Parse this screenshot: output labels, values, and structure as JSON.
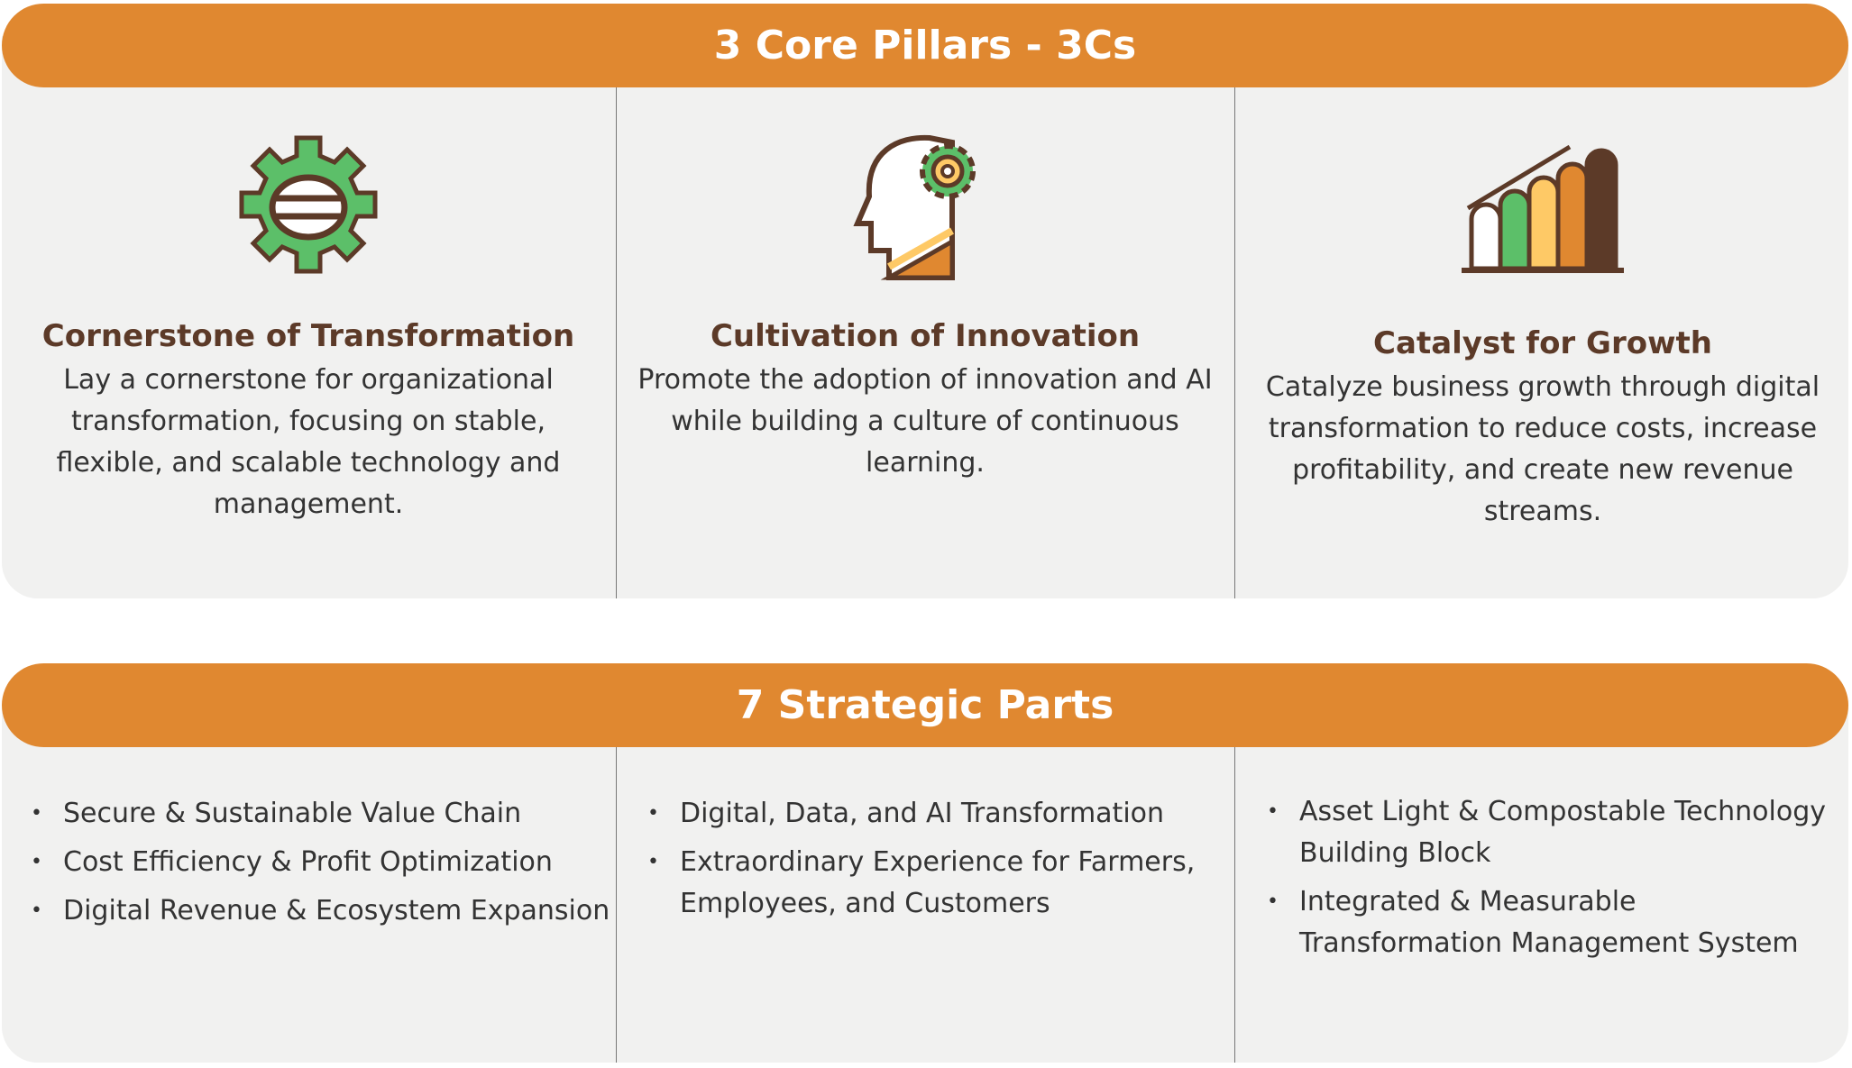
{
  "pillars": {
    "title": "3 Core Pillars - 3Cs",
    "items": [
      {
        "icon": "gear-globe-icon",
        "title": "Cornerstone of Transformation",
        "text": "Lay a cornerstone for organizational transformation, focusing on stable, flexible, and scalable technology and management."
      },
      {
        "icon": "head-gear-icon",
        "title": "Cultivation of Innovation",
        "text": "Promote the adoption of innovation and AI while building a culture of continuous learning."
      },
      {
        "icon": "growth-chart-icon",
        "title": "Catalyst for Growth",
        "text": "Catalyze business growth through digital transformation to reduce costs, increase profitability, and create new revenue streams."
      }
    ]
  },
  "parts": {
    "title": "7 Strategic Parts",
    "columns": [
      [
        "Secure & Sustainable Value Chain",
        "Cost Efficiency & Profit Optimization",
        "Digital Revenue & Ecosystem Expansion"
      ],
      [
        "Digital, Data, and AI Transformation",
        "Extraordinary Experience for Farmers, Employees, and Customers"
      ],
      [
        "Asset Light & Compostable Technology Building Block",
        "Integrated & Measurable Transformation Management System"
      ]
    ]
  },
  "colors": {
    "orange": "#e08830",
    "brown": "#5c3a28",
    "green": "#5cbf69",
    "yellow": "#fec966"
  }
}
